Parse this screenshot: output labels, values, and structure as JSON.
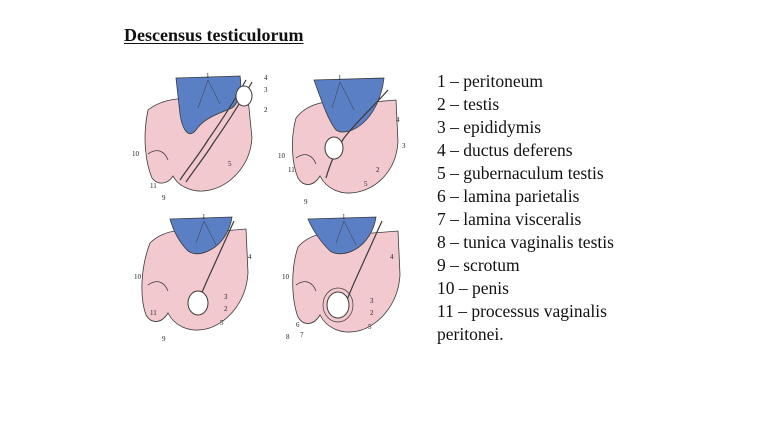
{
  "slide": {
    "title": "Descensus testiculorum"
  },
  "legend": {
    "items": [
      "1 – peritoneum",
      "2 – testis",
      "3 – epididymis",
      "4 – ductus deferens",
      "5 – gubernaculum testis",
      "6 – lamina parietalis",
      "7 – lamina visceralis",
      "8 – tunica vaginalis testis",
      "9 – scrotum",
      "10 – penis",
      "11 – processus vaginalis",
      "peritonei."
    ]
  },
  "figure": {
    "panel_1_numbers": [
      "1",
      "4",
      "3",
      "2",
      "10",
      "5",
      "11",
      "9"
    ],
    "panel_2_numbers": [
      "1",
      "4",
      "3",
      "10",
      "11",
      "2",
      "5",
      "9"
    ],
    "panel_3_numbers": [
      "1",
      "4",
      "10",
      "11",
      "3",
      "2",
      "5",
      "9"
    ],
    "panel_4_numbers": [
      "1",
      "4",
      "10",
      "3",
      "2",
      "5",
      "6",
      "7",
      "8"
    ],
    "colors": {
      "peritoneum_blue": "#5a7fc4",
      "tissue_pink": "#f2c9cf",
      "outline": "#3a3a3a",
      "testis_white": "#ffffff"
    }
  }
}
